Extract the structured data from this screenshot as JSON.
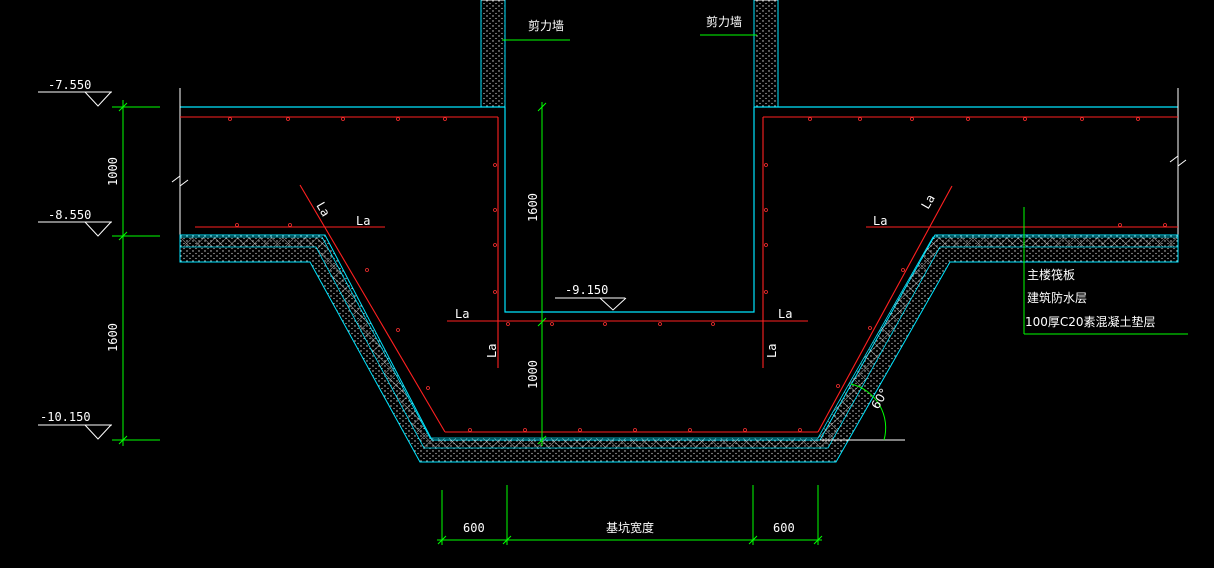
{
  "elevations": {
    "top": "-7.550",
    "middle": "-8.550",
    "bottom": "-10.150",
    "pit": "-9.150"
  },
  "dimensions": {
    "upper_left": "1000",
    "lower_left": "1600",
    "pit_depth": "1600",
    "below_pit": "1000",
    "left_offset": "600",
    "pit_width": "基坑宽度",
    "right_offset": "600"
  },
  "labels": {
    "shear_wall_left": "剪力墙",
    "shear_wall_right": "剪力墙",
    "anchorage": "La",
    "angle": "60°"
  },
  "legend": {
    "line1": "主楼筏板",
    "line2": "建筑防水层",
    "line3": "100厚C20素混凝土垫层"
  }
}
